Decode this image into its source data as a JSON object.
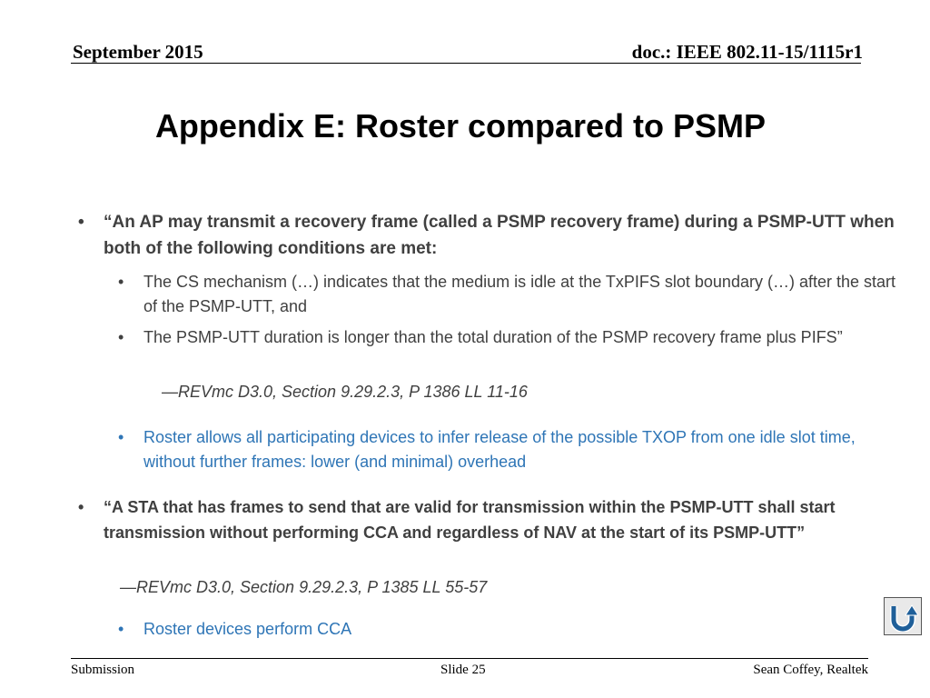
{
  "header": {
    "date": "September 2015",
    "doc_id": "doc.: IEEE 802.11-15/1115r1"
  },
  "title": "Appendix E: Roster compared to PSMP",
  "content": {
    "quote1": "“An AP may transmit a recovery frame (called a PSMP recovery frame) during a PSMP-UTT when both of the following conditions are met:",
    "sub1": "The CS mechanism (…)  indicates that the medium is idle at the TxPIFS slot boundary (…) after the start of the PSMP-UTT, and",
    "sub2": "The PSMP-UTT duration is longer than the total duration of the PSMP recovery frame plus PIFS”",
    "cite1": "—REVmc D3.0, Section 9.29.2.3, P 1386 LL 11-16",
    "note1": "Roster allows all participating devices to infer release of the possible TXOP from one idle slot time, without further frames: lower (and minimal) overhead",
    "quote2": "“A STA that has frames to send that are valid for transmission within the PSMP-UTT shall start transmission without performing CCA and regardless of NAV at the start of its PSMP-UTT”",
    "cite2": "—REVmc D3.0, Section 9.29.2.3, P 1385 LL 55-57",
    "note2": "Roster  devices perform CCA",
    "bullet": "•"
  },
  "footer": {
    "left": "Submission",
    "center": "Slide 25",
    "right": "Sean Coffey, Realtek"
  },
  "nav": {
    "icon": "return-arrow-icon"
  },
  "colors": {
    "body_text": "#404040",
    "highlight_text": "#2e75b6",
    "title": "#000000"
  }
}
